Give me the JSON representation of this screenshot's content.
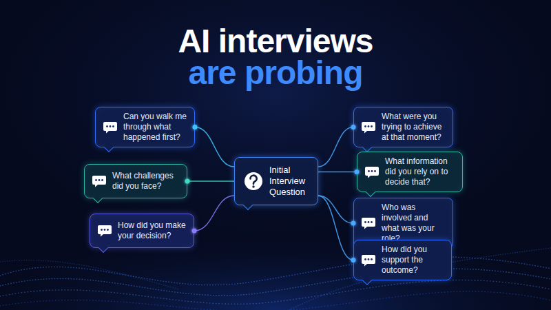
{
  "diagram": {
    "title": "AI interviews",
    "nodes": [
      {
        "text": [
          "Can you walk me through what happened first?"
        ]
      },
      {
        "text": [
          "What challenges did you face?"
        ]
      },
      {
        "text": [
          "How did you make your decision?"
        ]
      },
      {
        "text": [
          "Initial Interview Question"
        ]
      },
      {
        "text": [
          "What were you trying to achieve at that moment?"
        ]
      },
      {
        "text": [
          "What information did you rely on to decide that?"
        ]
      },
      {
        "text": [
          "Who was involved and what was your role?"
        ]
      },
      {
        "text": [
          "How did you support the outcome?"
        ]
      }
    ],
    "edges": [
      {
        "from": 3,
        "to": 0,
        "arrow": "none"
      },
      {
        "from": 3,
        "to": 1,
        "arrow": "none"
      },
      {
        "from": 3,
        "to": 2,
        "arrow": "none"
      },
      {
        "from": 3,
        "to": 4,
        "arrow": "none"
      },
      {
        "from": 3,
        "to": 5,
        "arrow": "none"
      },
      {
        "from": 3,
        "to": 6,
        "arrow": "none"
      },
      {
        "from": 3,
        "to": 7,
        "arrow": "none"
      }
    ],
    "labels": [
      "are probing"
    ]
  }
}
